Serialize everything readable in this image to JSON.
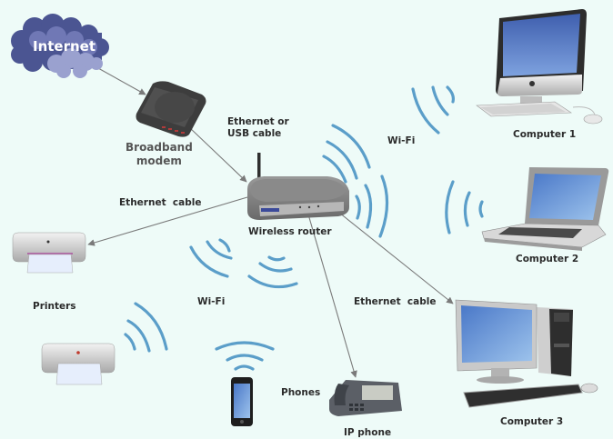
{
  "diagram": {
    "colors": {
      "background": "#eefbf8",
      "wifi_wave": "#5b9ec9",
      "cable": "#7a7a7a",
      "cloud_dark": "#4b5592",
      "cloud_light": "#8b93c4"
    },
    "nodes": {
      "internet": {
        "label": "Internet",
        "icon": "cloud-icon"
      },
      "modem": {
        "label": "Broadband\nmodem",
        "icon": "modem-icon"
      },
      "router": {
        "label": "Wireless router",
        "icon": "router-icon"
      },
      "computer1": {
        "label": "Computer 1",
        "icon": "desktop-all-in-one-icon"
      },
      "computer2": {
        "label": "Computer 2",
        "icon": "laptop-icon"
      },
      "computer3": {
        "label": "Computer 3",
        "icon": "desktop-tower-icon"
      },
      "printers": {
        "label": "Printers",
        "icon": "printer-icon"
      },
      "phones": {
        "label": "Phones",
        "icon": "smartphone-icon"
      },
      "ip_phone": {
        "label": "IP phone",
        "icon": "desk-phone-icon"
      }
    },
    "edge_labels": {
      "modem_router": "Ethernet or\nUSB cable",
      "router_printer": "Ethernet  cable",
      "router_computer3": "Ethernet  cable",
      "wifi_computers": "Wi-Fi",
      "wifi_devices": "Wi-Fi"
    }
  }
}
